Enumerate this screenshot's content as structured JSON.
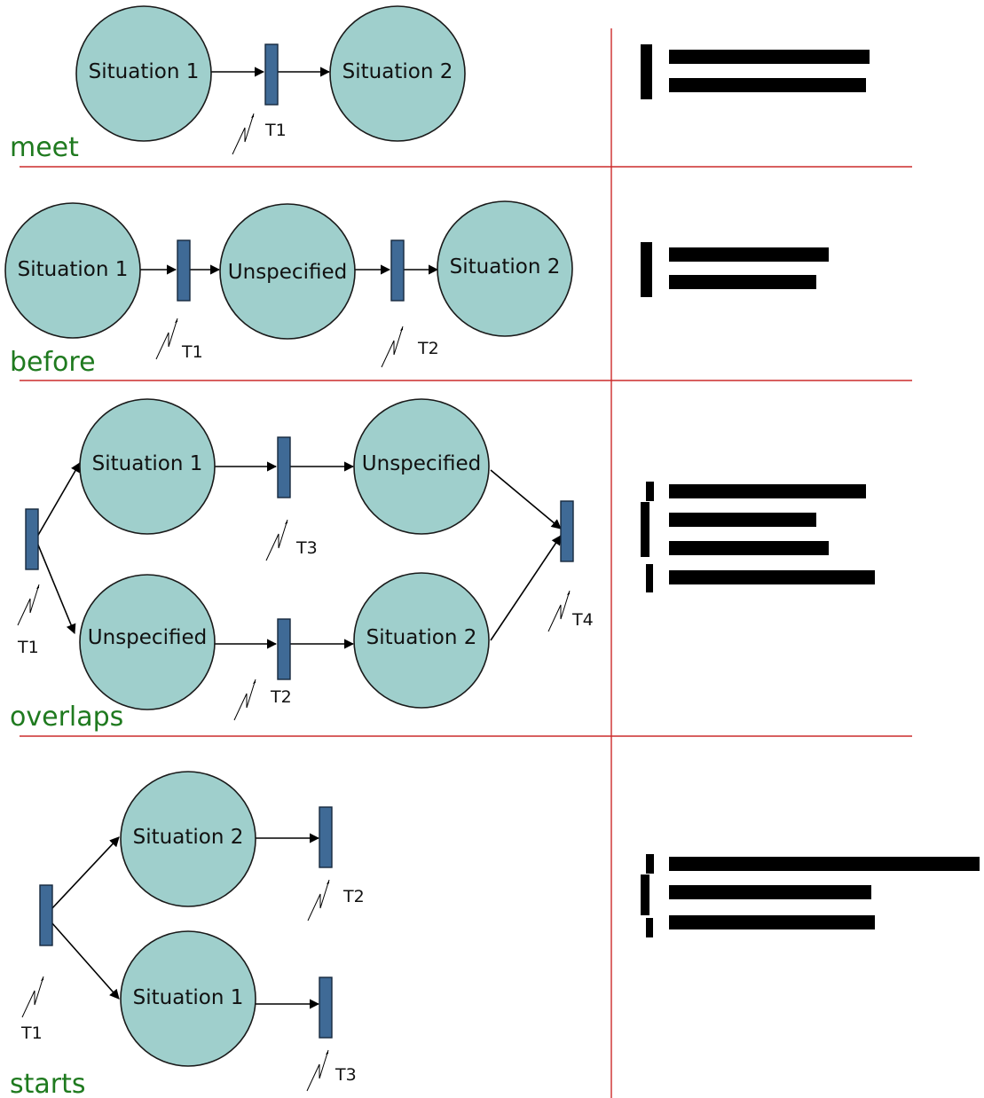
{
  "colors": {
    "node_fill": "#9fcfcc",
    "transition_fill": "#3f6a96",
    "section_title": "#1f7a1f",
    "separator": "#cc2b2b",
    "redaction": "#000000"
  },
  "sections": [
    {
      "title": "meet",
      "nodes": [
        "Situation 1",
        "Situation 2"
      ],
      "transitions": [
        "T1"
      ],
      "redacted_lines": 2
    },
    {
      "title": "before",
      "nodes": [
        "Situation 1",
        "Unspecified",
        "Situation 2"
      ],
      "transitions": [
        "T1",
        "T2"
      ],
      "redacted_lines": 2
    },
    {
      "title": "overlaps",
      "nodes": [
        "Situation 1",
        "Unspecified",
        "Unspecified",
        "Situation 2"
      ],
      "transitions": [
        "T1",
        "T3",
        "T2",
        "T4"
      ],
      "redacted_lines": 4
    },
    {
      "title": "starts",
      "nodes": [
        "Situation 2",
        "Situation 1"
      ],
      "transitions": [
        "T1",
        "T2",
        "T3"
      ],
      "redacted_lines": 3
    }
  ]
}
